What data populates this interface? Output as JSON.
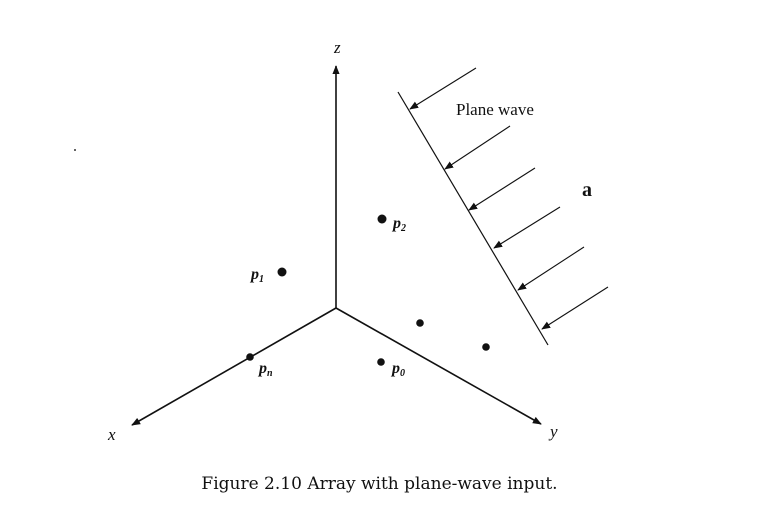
{
  "axes": {
    "z": "z",
    "x": "x",
    "y": "y"
  },
  "points": [
    {
      "id": "p2",
      "base": "p",
      "sub": "2"
    },
    {
      "id": "p1",
      "base": "p",
      "sub": "1"
    },
    {
      "id": "pn",
      "base": "p",
      "sub": "n"
    },
    {
      "id": "p0",
      "base": "p",
      "sub": "0"
    }
  ],
  "wave": {
    "label": "Plane wave",
    "direction_label": "a"
  },
  "caption": "Figure 2.10 Array with plane-wave input."
}
